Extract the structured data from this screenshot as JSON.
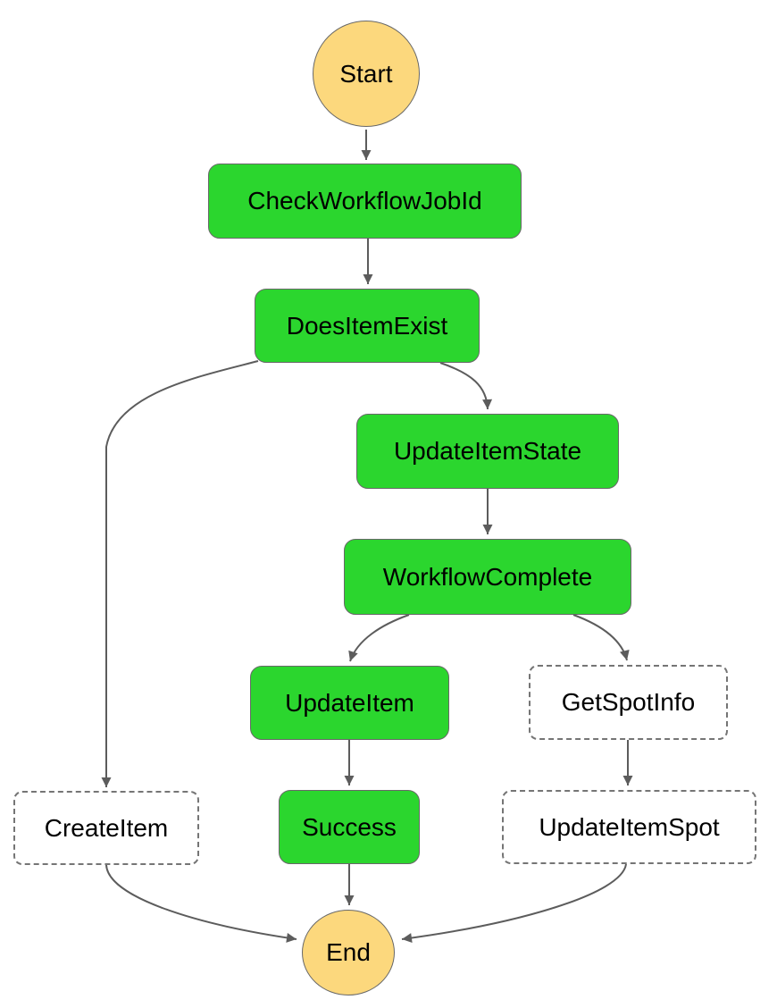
{
  "diagram": {
    "kind": "state-machine-workflow-graph",
    "nodes": {
      "start": {
        "label": "Start",
        "type": "terminal"
      },
      "check_workflow_job_id": {
        "label": "CheckWorkflowJobId",
        "type": "state",
        "status": "succeeded"
      },
      "does_item_exist": {
        "label": "DoesItemExist",
        "type": "state",
        "status": "succeeded"
      },
      "create_item": {
        "label": "CreateItem",
        "type": "state",
        "status": "not-started"
      },
      "update_item_state": {
        "label": "UpdateItemState",
        "type": "state",
        "status": "succeeded"
      },
      "workflow_complete": {
        "label": "WorkflowComplete",
        "type": "state",
        "status": "succeeded"
      },
      "update_item": {
        "label": "UpdateItem",
        "type": "state",
        "status": "succeeded"
      },
      "get_spot_info": {
        "label": "GetSpotInfo",
        "type": "state",
        "status": "not-started"
      },
      "success": {
        "label": "Success",
        "type": "state",
        "status": "succeeded"
      },
      "update_item_spot": {
        "label": "UpdateItemSpot",
        "type": "state",
        "status": "not-started"
      },
      "end": {
        "label": "End",
        "type": "terminal"
      }
    },
    "edges": [
      {
        "from": "start",
        "to": "check_workflow_job_id"
      },
      {
        "from": "check_workflow_job_id",
        "to": "does_item_exist"
      },
      {
        "from": "does_item_exist",
        "to": "create_item"
      },
      {
        "from": "does_item_exist",
        "to": "update_item_state"
      },
      {
        "from": "update_item_state",
        "to": "workflow_complete"
      },
      {
        "from": "workflow_complete",
        "to": "update_item"
      },
      {
        "from": "workflow_complete",
        "to": "get_spot_info"
      },
      {
        "from": "update_item",
        "to": "success"
      },
      {
        "from": "get_spot_info",
        "to": "update_item_spot"
      },
      {
        "from": "success",
        "to": "end"
      },
      {
        "from": "create_item",
        "to": "end"
      },
      {
        "from": "update_item_spot",
        "to": "end"
      }
    ],
    "colors": {
      "succeeded_fill": "#2bd62e",
      "not_started_fill": "#ffffff",
      "terminal_fill": "#fcd87d",
      "node_border": "#686868",
      "dashed_border": "#757575",
      "edge_color": "#5c5c5c",
      "text_color": "#000000"
    }
  }
}
